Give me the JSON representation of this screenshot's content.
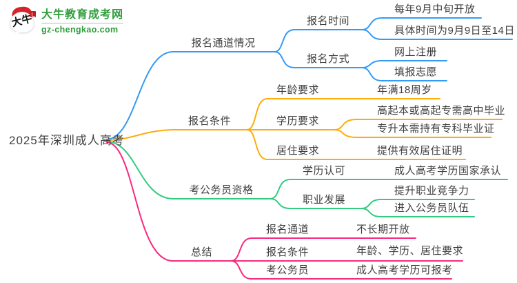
{
  "logo": {
    "badge_text": "大牛",
    "site_name": "大牛教育成考网",
    "site_domain": "gz-chengkao.com",
    "brand_color": "#2f9e3c",
    "badge_red": "#d8232a"
  },
  "root": "2025年深圳成人高考",
  "branches": [
    {
      "label": "报名通道情况",
      "color": "#339af5",
      "children": [
        {
          "label": "报名时间",
          "children": [
            {
              "label": "每年9月中旬开放"
            },
            {
              "label": "具体时间为9月9日至14日"
            }
          ]
        },
        {
          "label": "报名方式",
          "children": [
            {
              "label": "网上注册"
            },
            {
              "label": "填报志愿"
            }
          ]
        }
      ]
    },
    {
      "label": "报名条件",
      "color": "#ffab0a",
      "children": [
        {
          "label": "年龄要求",
          "children": [
            {
              "label": "年满18周岁"
            }
          ]
        },
        {
          "label": "学历要求",
          "children": [
            {
              "label": "高起本或高起专需高中毕业"
            },
            {
              "label": "专升本需持有专科毕业证"
            }
          ]
        },
        {
          "label": "居住要求",
          "children": [
            {
              "label": "提供有效居住证明"
            }
          ]
        }
      ]
    },
    {
      "label": "考公务员资格",
      "color": "#31cc81",
      "children": [
        {
          "label": "学历认可",
          "children": [
            {
              "label": "成人高考学历国家承认"
            }
          ]
        },
        {
          "label": "职业发展",
          "children": [
            {
              "label": "提升职业竞争力"
            },
            {
              "label": "进入公务员队伍"
            }
          ]
        }
      ]
    },
    {
      "label": "总结",
      "color": "#f8297c",
      "children": [
        {
          "label": "报名通道",
          "children": [
            {
              "label": "不长期开放"
            }
          ]
        },
        {
          "label": "报名条件",
          "children": [
            {
              "label": "年龄、学历、居住要求"
            }
          ]
        },
        {
          "label": "考公务员",
          "children": [
            {
              "label": "成人高考学历可报考"
            }
          ]
        }
      ]
    }
  ]
}
